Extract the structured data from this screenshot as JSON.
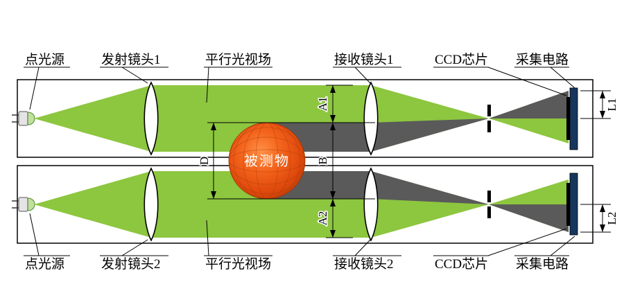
{
  "labels": {
    "top": [
      "点光源",
      "发射镜头1",
      "平行光视场",
      "接收镜头1",
      "CCD芯片",
      "采集电路"
    ],
    "bottom": [
      "点光源",
      "发射镜头2",
      "平行光视场",
      "接收镜头2",
      "CCD芯片",
      "采集电路"
    ]
  },
  "object_label": "被测物",
  "dimensions": {
    "D": "D",
    "A1": "A1",
    "B": "B",
    "A2": "A2",
    "L1": "L1",
    "L2": "L2"
  },
  "colors": {
    "beam_green": "#8DC63F",
    "shadow_gray": "#5A5A5A",
    "object_orange": "#EA5414",
    "ccd_blue": "#16365C",
    "outline_black": "#000000"
  }
}
